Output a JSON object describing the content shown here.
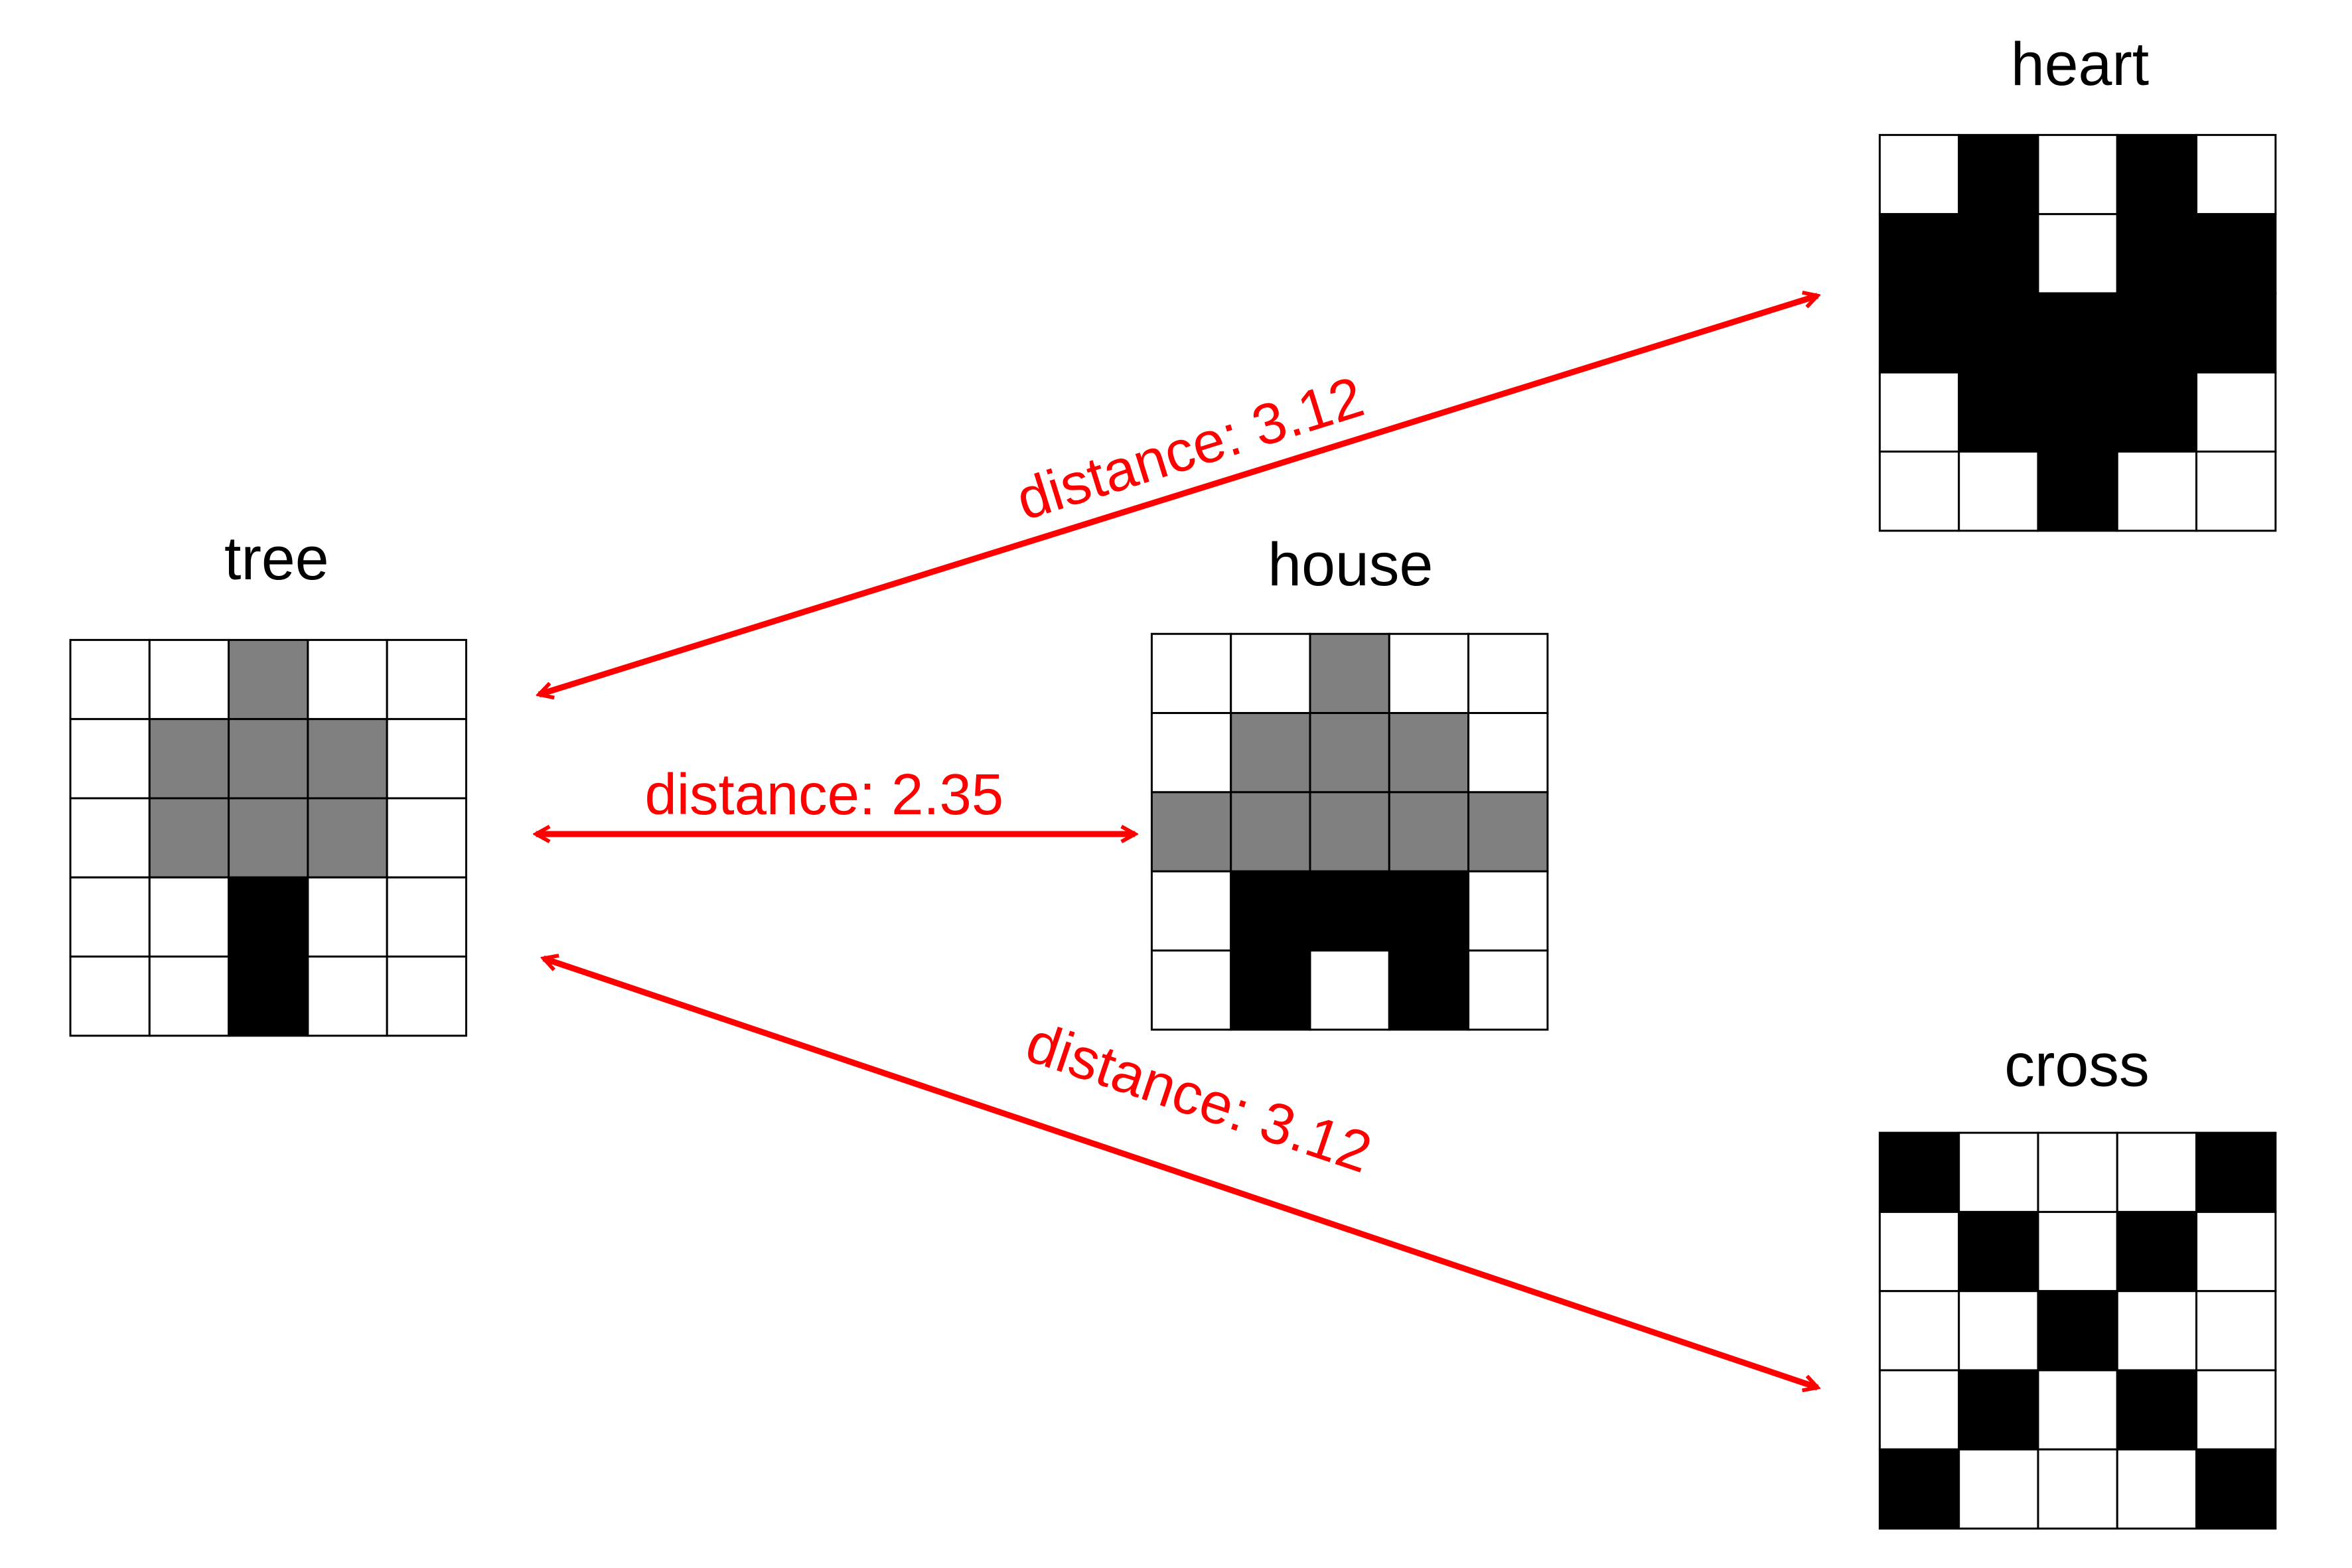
{
  "colors": {
    "0": "#ffffff",
    "1": "#808080",
    "2": "#000000",
    "accent": "#ff0000"
  },
  "shapes": {
    "tree": {
      "label": "tree",
      "pattern": [
        [
          0,
          0,
          1,
          0,
          0
        ],
        [
          0,
          1,
          1,
          1,
          0
        ],
        [
          0,
          1,
          1,
          1,
          0
        ],
        [
          0,
          0,
          2,
          0,
          0
        ],
        [
          0,
          0,
          2,
          0,
          0
        ]
      ]
    },
    "house": {
      "label": "house",
      "pattern": [
        [
          0,
          0,
          1,
          0,
          0
        ],
        [
          0,
          1,
          1,
          1,
          0
        ],
        [
          1,
          1,
          1,
          1,
          1
        ],
        [
          0,
          2,
          2,
          2,
          0
        ],
        [
          0,
          2,
          0,
          2,
          0
        ]
      ]
    },
    "heart": {
      "label": "heart",
      "pattern": [
        [
          0,
          2,
          0,
          2,
          0
        ],
        [
          2,
          2,
          0,
          2,
          2
        ],
        [
          2,
          2,
          2,
          2,
          2
        ],
        [
          0,
          2,
          2,
          2,
          0
        ],
        [
          0,
          0,
          2,
          0,
          0
        ]
      ]
    },
    "cross": {
      "label": "cross",
      "pattern": [
        [
          2,
          0,
          0,
          0,
          2
        ],
        [
          0,
          2,
          0,
          2,
          0
        ],
        [
          0,
          0,
          2,
          0,
          0
        ],
        [
          0,
          2,
          0,
          2,
          0
        ],
        [
          2,
          0,
          0,
          0,
          2
        ]
      ]
    }
  },
  "distances": {
    "tree_heart": "distance: 3.12",
    "tree_house": "distance: 2.35",
    "tree_cross": "distance: 3.12"
  }
}
